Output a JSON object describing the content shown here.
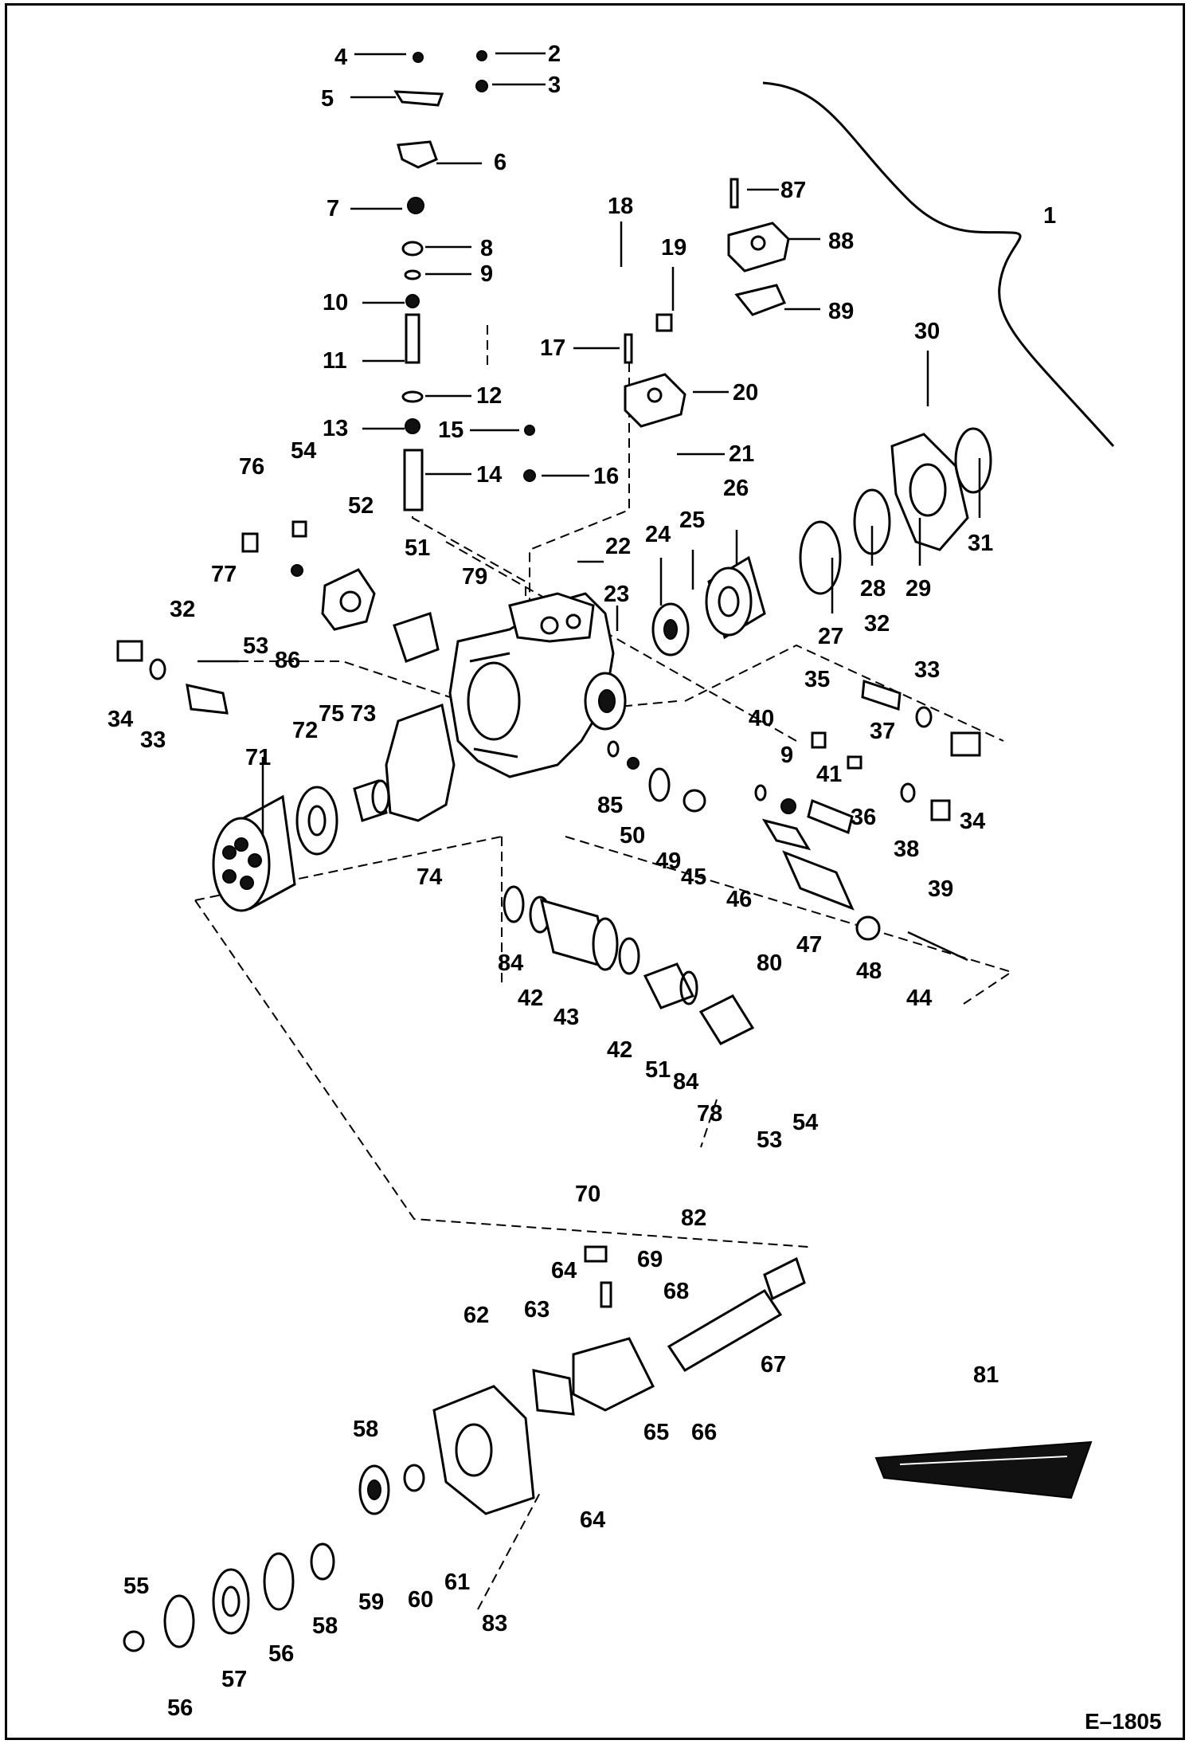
{
  "figure_code": "E–1805",
  "callouts": [
    "1",
    "2",
    "3",
    "4",
    "5",
    "6",
    "7",
    "8",
    "9",
    "10",
    "11",
    "12",
    "13",
    "14",
    "15",
    "16",
    "17",
    "18",
    "19",
    "20",
    "21",
    "22",
    "23",
    "24",
    "25",
    "26",
    "27",
    "28",
    "29",
    "30",
    "31",
    "32",
    "33",
    "34",
    "35",
    "36",
    "37",
    "38",
    "39",
    "40",
    "41",
    "42",
    "43",
    "44",
    "45",
    "46",
    "47",
    "48",
    "49",
    "50",
    "51",
    "52",
    "53",
    "54",
    "55",
    "56",
    "57",
    "58",
    "59",
    "60",
    "61",
    "62",
    "63",
    "64",
    "65",
    "66",
    "67",
    "68",
    "69",
    "70",
    "71",
    "72",
    "73",
    "74",
    "75",
    "76",
    "77",
    "78",
    "79",
    "80",
    "81",
    "82",
    "83",
    "84",
    "85",
    "86",
    "87",
    "88",
    "89"
  ]
}
